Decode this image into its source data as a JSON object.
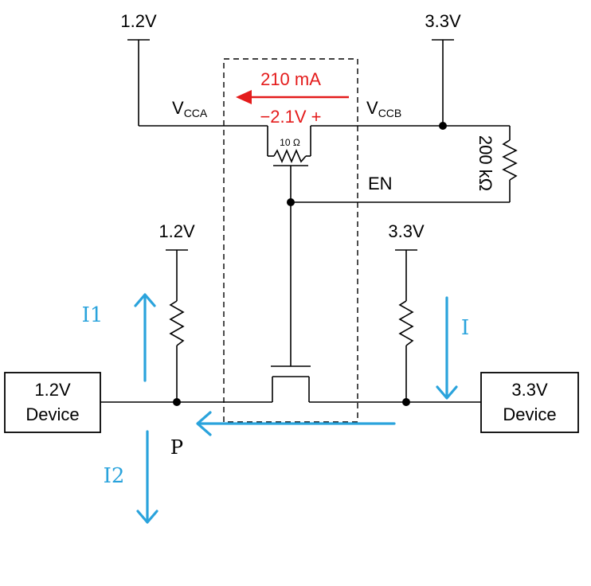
{
  "labels": {
    "vcca_supply": "1.2V",
    "vccb_supply": "3.3V",
    "pullup_a_supply": "1.2V",
    "pullup_b_supply": "3.3V",
    "current": "210 mA",
    "voltage_drop": "−2.1V +",
    "vcca_main": "V",
    "vcca_sub": "CCA",
    "vccb_main": "V",
    "vccb_sub": "CCB",
    "sense_resistor": "10 Ω",
    "pulldown_resistor": "200 kΩ",
    "enable": "EN",
    "device_a_line1": "1.2V",
    "device_a_line2": "Device",
    "device_b_line1": "3.3V",
    "device_b_line2": "Device",
    "i1": "I1",
    "i2": "I2",
    "i": "I",
    "node_p": "P"
  },
  "colors": {
    "current_arrow": "#e41b1b",
    "flow_arrows": "#2aa3dc",
    "wires": "#000000"
  }
}
